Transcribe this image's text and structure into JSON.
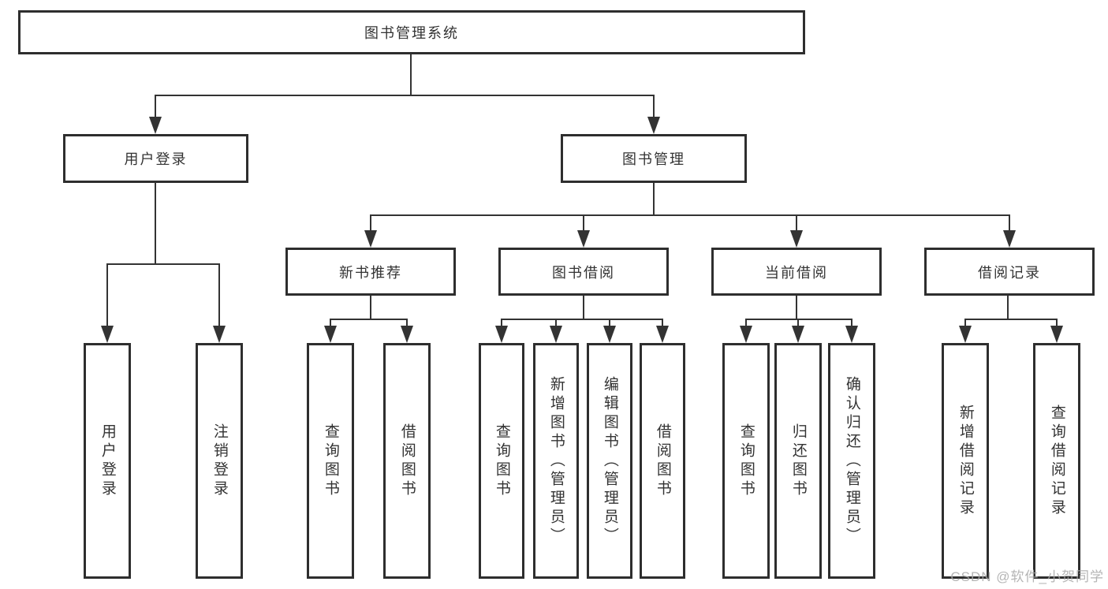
{
  "diagram": {
    "root": {
      "label": "图书管理系统"
    },
    "level2": [
      {
        "id": "user-login",
        "label": "用户登录"
      },
      {
        "id": "book-management",
        "label": "图书管理"
      }
    ],
    "level3": [
      {
        "id": "new-book-recommend",
        "parent": "图书管理",
        "label": "新书推荐"
      },
      {
        "id": "book-borrow",
        "parent": "图书管理",
        "label": "图书借阅"
      },
      {
        "id": "current-borrow",
        "parent": "图书管理",
        "label": "当前借阅"
      },
      {
        "id": "borrow-records",
        "parent": "图书管理",
        "label": "借阅记录"
      }
    ],
    "leaves": [
      {
        "parent": "用户登录",
        "label": "用户登录"
      },
      {
        "parent": "用户登录",
        "label": "注销登录"
      },
      {
        "parent": "新书推荐",
        "label": "查询图书"
      },
      {
        "parent": "新书推荐",
        "label": "借阅图书"
      },
      {
        "parent": "图书借阅",
        "label": "查询图书"
      },
      {
        "parent": "图书借阅",
        "label": "新增图书（管理员）"
      },
      {
        "parent": "图书借阅",
        "label": "编辑图书（管理员）"
      },
      {
        "parent": "图书借阅",
        "label": "借阅图书"
      },
      {
        "parent": "当前借阅",
        "label": "查询图书"
      },
      {
        "parent": "当前借阅",
        "label": "归还图书"
      },
      {
        "parent": "当前借阅",
        "label": "确认归还（管理员）"
      },
      {
        "parent": "借阅记录",
        "label": "新增借阅记录"
      },
      {
        "parent": "借阅记录",
        "label": "查询借阅记录"
      }
    ]
  },
  "watermark": {
    "text": "CSDN @软件_小贺同学"
  },
  "colors": {
    "background": "#ffffff",
    "box_border": "#2e2e2e",
    "line": "#333333",
    "text": "#333333",
    "watermark": "#a8a8a8"
  }
}
